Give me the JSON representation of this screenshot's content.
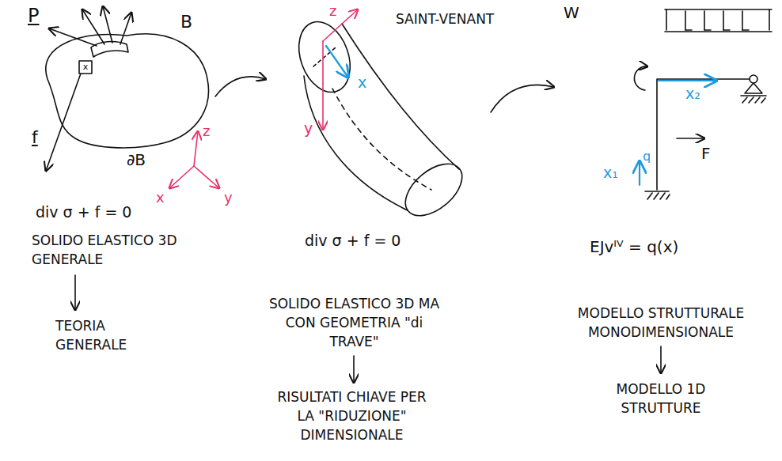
{
  "diagram": {
    "labels": [
      "P",
      "B",
      "x",
      "f",
      "∂B",
      "z",
      "x",
      "y",
      "div σ + f = 0",
      "SOLIDO ELASTICO 3D GENERALE",
      "TEORIA GENERALE",
      "z",
      "SAINT-VENANT",
      "x",
      "y",
      "div σ + f = 0",
      "SOLIDO ELASTICO 3D MA CON GEOMETRIA \"di TRAVE\"",
      "RISULTATI CHIAVE PER LA \"RIDUZIONE\" DIMENSIONALE",
      "W",
      "x₂",
      "x₁",
      "q",
      "F",
      "EJvᴵⱽ = q(x)",
      "MODELLO STRUTTURALE MONODIMENSIONALE",
      "MODELLO 1D STRUTTURE"
    ]
  }
}
